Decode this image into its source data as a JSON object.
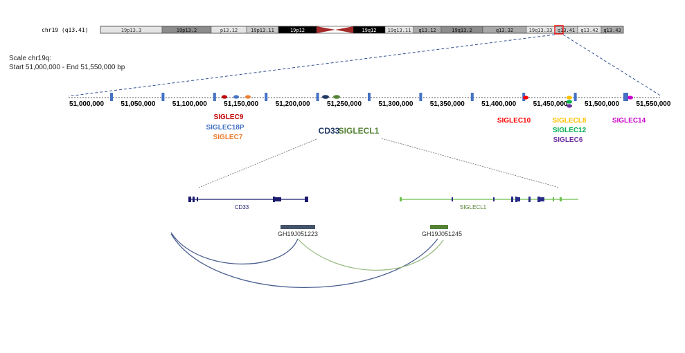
{
  "ideogram": {
    "label": "chr19 (q13.41)",
    "bands": [
      {
        "name": "19p13.3",
        "stain": "#e4e4e4",
        "text": "#333333"
      },
      {
        "name": "19p13.2",
        "stain": "#8c8c8c",
        "text": "#111111"
      },
      {
        "name": "p13.12",
        "stain": "#e4e4e4",
        "text": "#333333"
      },
      {
        "name": "19p13.11",
        "stain": "#c8c8c8",
        "text": "#111111"
      },
      {
        "name": "19p12",
        "stain": "#000000",
        "text": "#ffffff"
      },
      {
        "name": "19q12",
        "stain": "#000000",
        "text": "#ffffff"
      },
      {
        "name": "19q13.11",
        "stain": "#e4e4e4",
        "text": "#333333"
      },
      {
        "name": "q13.12",
        "stain": "#a8a8a8",
        "text": "#111111"
      },
      {
        "name": "19q13.2",
        "stain": "#8c8c8c",
        "text": "#111111"
      },
      {
        "name": "q13.32",
        "stain": "#a8a8a8",
        "text": "#111111"
      },
      {
        "name": "19q13.33",
        "stain": "#e4e4e4",
        "text": "#333333"
      },
      {
        "name": "q13.41",
        "stain": "#c8c8c8",
        "text": "#111111"
      },
      {
        "name": "q13.42",
        "stain": "#e4e4e4",
        "text": "#333333"
      },
      {
        "name": "q13.43",
        "stain": "#a8a8a8",
        "text": "#111111"
      }
    ],
    "centromere_color": "#a52a2a",
    "highlight_color": "#ff0000"
  },
  "scale": {
    "line1": "Scale chr19q:",
    "line2": "Start 51,000,000 - End 51,550,000 bp"
  },
  "axis": {
    "ticks": [
      "51,000,000",
      "51,050,000",
      "51,100,000",
      "51,150,000",
      "51,200,000",
      "51,250,000",
      "51,300,000",
      "51,350,000",
      "51,400,000",
      "51,450,000",
      "51,500,000",
      "51,550,000"
    ],
    "marker_color": "#4472c4"
  },
  "genes": {
    "siglec9": {
      "label": "SIGLEC9",
      "color": "#c00000"
    },
    "siglec18p": {
      "label": "SIGLEC18P",
      "color": "#4472c4"
    },
    "siglec7": {
      "label": "SIGLEC7",
      "color": "#ed7d31"
    },
    "cd33": {
      "label": "CD33",
      "color": "#1f3864"
    },
    "siglecl1": {
      "label": "SIGLECL1",
      "color": "#548235"
    },
    "siglec10": {
      "label": "SIGLEC10",
      "color": "#ff0000"
    },
    "siglecl8": {
      "label": "SIGLECL8",
      "color": "#ffc000"
    },
    "siglec12": {
      "label": "SIGLEC12",
      "color": "#00b050"
    },
    "siglec6": {
      "label": "SIGLEC6",
      "color": "#7030a0"
    },
    "siglec14": {
      "label": "SIGLEC14",
      "color": "#cc00cc"
    }
  },
  "transcripts": {
    "cd33": {
      "label": "CD33",
      "color": "#1a1a6e"
    },
    "siglecl1": {
      "label": "SIGLECL1",
      "color": "#2a2a8a",
      "line_color": "#6abf4b"
    }
  },
  "enhancers": {
    "gh1": {
      "label": "GH19J051223",
      "color": "#44546a"
    },
    "gh2": {
      "label": "GH19J051245",
      "color": "#548235"
    }
  },
  "arc_colors": {
    "blue": "#4a5f8f",
    "green": "#9cbc84"
  }
}
